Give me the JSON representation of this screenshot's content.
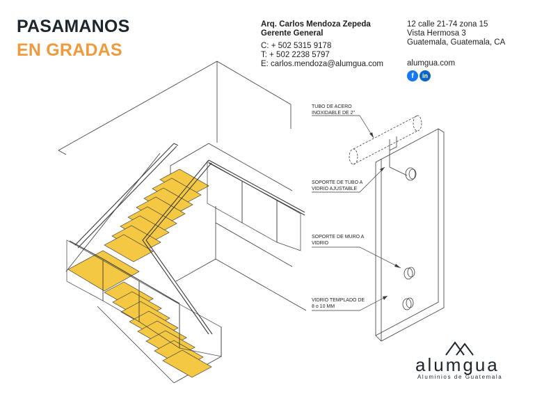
{
  "header": {
    "title_line1": "PASAMANOS",
    "title_line2": "EN GRADAS"
  },
  "contact": {
    "name": "Arq. Carlos Mendoza Zepeda",
    "role": "Gerente General",
    "cell": "C: + 502 5315 9178",
    "tel": "T: + 502 2238 5797",
    "email": "E: carlos.mendoza@alumgua.com"
  },
  "address": {
    "line1": "12 calle 21-74 zona 15",
    "line2": "Vista Hermosa 3",
    "line3": "Guatemala, Guatemala, CA",
    "website": "alumgua.com"
  },
  "social": {
    "facebook_glyph": "f",
    "linkedin_glyph": "in"
  },
  "callouts": {
    "tube_line1": "TUBO DE ACERO",
    "tube_line2": "INOXIDABLE DE 2\"",
    "support_tube_line1": "SOPORTE DE TUBO A",
    "support_tube_line2": "VIDRIO AJUSTABLE",
    "support_wall_line1": "SOPORTE DE MURO A",
    "support_wall_line2": "VIDRIO",
    "glass_line1": "VIDRIO TEMPLADO DE",
    "glass_line2": "8 o 10 MM"
  },
  "brand": {
    "name": "alumgua",
    "tagline": "Aluminios de Guatemala"
  },
  "colors": {
    "title_dark": "#1d252d",
    "title_accent": "#ef9a3c",
    "step_fill": "#f4c842",
    "facebook": "#1877f2",
    "linkedin": "#0a66c2"
  }
}
